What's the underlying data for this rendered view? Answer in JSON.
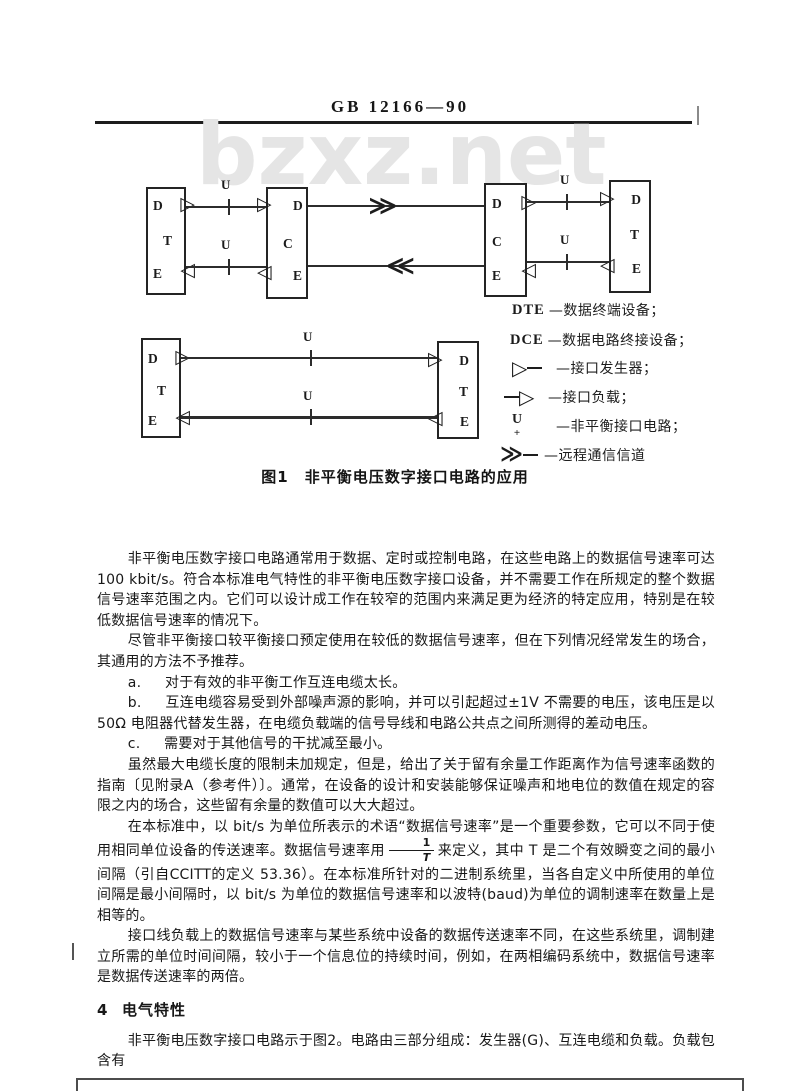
{
  "header": {
    "title": "GB 12166—90"
  },
  "watermark": "bzxz.net",
  "symbols": {
    "tri_right": "▷",
    "tri_left": "◁",
    "chev_right": "≫",
    "chev_left": "≪"
  },
  "figure1": {
    "u_label": "U",
    "u_plus": "+",
    "caption": "图1　非平衡电压数字接口电路的应用",
    "boxes": {
      "b1": [
        "D",
        "T",
        "E"
      ],
      "b2": [
        "D",
        "C",
        "E"
      ],
      "b3": [
        "D",
        "C",
        "E"
      ],
      "b4": [
        "D",
        "T",
        "E"
      ],
      "b5": [
        "D",
        "T",
        "E"
      ],
      "b6": [
        "D",
        "T",
        "E"
      ]
    },
    "legend": {
      "dte_term": "DTE",
      "dte_desc": "—数据终端设备；",
      "dce_term": "DCE",
      "dce_desc": "—数据电路终接设备；",
      "generator_desc": "—接口发生器；",
      "load_desc": "—接口负载；",
      "u_term": "U",
      "u_desc": "—非平衡接口电路；",
      "channel_desc": "—远程通信信道"
    }
  },
  "body": {
    "p1": "非平衡电压数字接口电路通常用于数据、定时或控制电路，在这些电路上的数据信号速率可达 100 kbit/s。符合本标准电气特性的非平衡电压数字接口设备，并不需要工作在所规定的整个数据信号速率范围之内。它们可以设计成工作在较窄的范围内来满足更为经济的特定应用，特别是在较低数据信号速率的情况下。",
    "p2": "尽管非平衡接口较平衡接口预定使用在较低的数据信号速率，但在下列情况经常发生的场合，其通用的方法不予推荐。",
    "item_a_label": "a.",
    "item_a": "对于有效的非平衡工作互连电缆太长。",
    "item_b_label": "b.",
    "item_b": "互连电缆容易受到外部噪声源的影响，并可以引起超过±1V 不需要的电压，该电压是以 50Ω 电阻器代替发生器，在电缆负载端的信号导线和电路公共点之间所测得的差动电压。",
    "item_c_label": "c.",
    "item_c": "需要对于其他信号的干扰减至最小。",
    "p3": "虽然最大电缆长度的限制未加规定，但是，给出了关于留有余量工作距离作为信号速率函数的指南〔见附录A（参考件）〕。通常，在设备的设计和安装能够保证噪声和地电位的数值在规定的容限之内的场合，这些留有余量的数值可以大大超过。",
    "p4_before": "在本标准中，以 bit/s 为单位所表示的术语“数据信号速率”是一个重要参数，它可以不同于使用相同单位设备的传送速率。数据信号速率用",
    "p4_frac_num": "1",
    "p4_frac_den": "T",
    "p4_after": "来定义，其中 T 是二个有效瞬变之间的最小间隔（引自CCITT的定义 53.36）。在本标准所针对的二进制系统里，当各自定义中所使用的单位间隔是最小间隔时，以 bit/s 为单位的数据信号速率和以波特(baud)为单位的调制速率在数量上是相等的。",
    "p5": "接口线负载上的数据信号速率与某些系统中设备的数据传送速率不同，在这些系统里，调制建立所需的单位时间间隔，较小于一个信息位的持续时间，例如，在两相编码系统中，数据信号速率是数据传送速率的两倍。",
    "section_number": "4",
    "section_title": "电气特性",
    "p6": "非平衡电压数字接口电路示于图2。电路由三部分组成：发生器(G)、互连电缆和负载。负载包含有"
  }
}
